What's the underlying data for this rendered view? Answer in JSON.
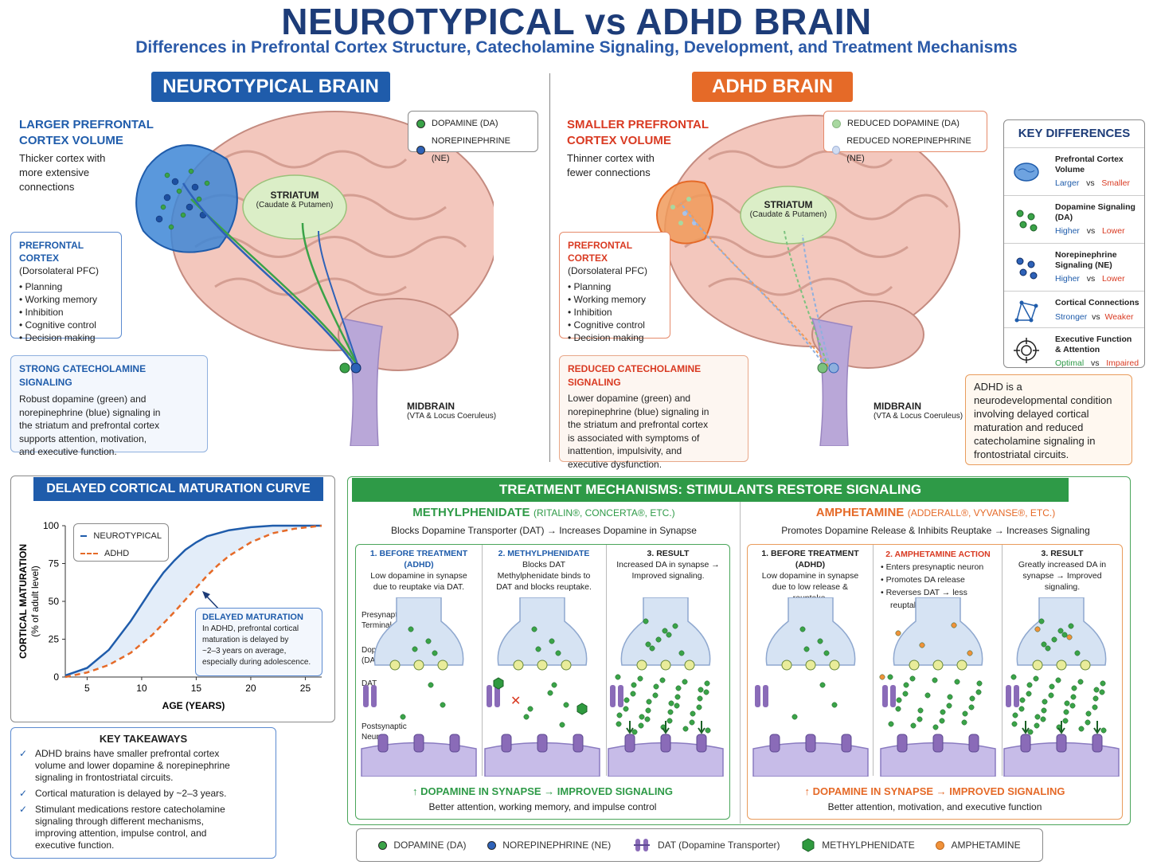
{
  "header": {
    "title": "NEUROTYPICAL vs ADHD BRAIN",
    "subtitle": "Differences in Prefrontal Cortex Structure, Catecholamine Signaling, Development, and Treatment Mechanisms"
  },
  "neurotypical": {
    "pill": "NEUROTYPICAL BRAIN",
    "volume_heading_1": "LARGER PREFRONTAL",
    "volume_heading_2": "CORTEX VOLUME",
    "volume_text_1": "Thicker cortex with",
    "volume_text_2": "more extensive",
    "volume_text_3": "connections",
    "pfc_heading": "PREFRONTAL CORTEX",
    "pfc_sub": "(Dorsolateral PFC)",
    "pfc_items": [
      "Planning",
      "Working memory",
      "Inhibition",
      "Cognitive control",
      "Decision making"
    ],
    "signal_heading": "STRONG CATECHOLAMINE SIGNALING",
    "signal_lines": [
      "Robust dopamine (green) and",
      "norepinephrine (blue) signaling in",
      "the striatum and prefrontal cortex",
      "supports attention, motivation,",
      "and executive function."
    ],
    "legend_da": "DOPAMINE (DA)",
    "legend_ne": "NOREPINEPHRINE (NE)",
    "striatum": "STRIATUM",
    "striatum_sub": "(Caudate & Putamen)",
    "midbrain": "MIDBRAIN",
    "midbrain_sub": "(VTA & Locus Coeruleus)"
  },
  "adhd": {
    "pill": "ADHD BRAIN",
    "volume_heading_1": "SMALLER PREFRONTAL",
    "volume_heading_2": "CORTEX VOLUME",
    "volume_text_1": "Thinner cortex with",
    "volume_text_2": "fewer connections",
    "pfc_heading": "PREFRONTAL CORTEX",
    "pfc_sub": "(Dorsolateral PFC)",
    "pfc_items": [
      "Planning",
      "Working memory",
      "Inhibition",
      "Cognitive control",
      "Decision making"
    ],
    "signal_heading": "REDUCED CATECHOLAMINE SIGNALING",
    "signal_lines": [
      "Lower dopamine (green) and",
      "norepinephrine (blue) signaling in",
      "the striatum and prefrontal cortex",
      "is associated with symptoms of",
      "inattention, impulsivity, and",
      "executive dysfunction."
    ],
    "legend_da": "REDUCED DOPAMINE (DA)",
    "legend_ne": "REDUCED NOREPINEPHRINE (NE)",
    "striatum": "STRIATUM",
    "striatum_sub": "(Caudate & Putamen)",
    "midbrain": "MIDBRAIN",
    "midbrain_sub": "(VTA & Locus Coeruleus)",
    "note_lines": [
      "ADHD is a",
      "neurodevelopmental condition",
      "involving delayed cortical",
      "maturation and reduced",
      "catecholamine signaling in",
      "frontostriatal circuits."
    ]
  },
  "key_differences": {
    "title": "KEY DIFFERENCES",
    "vs": "vs",
    "rows": [
      {
        "label_1": "Prefrontal Cortex",
        "label_2": "Volume",
        "left": "Larger",
        "right": "Smaller",
        "icon": "brain-icon"
      },
      {
        "label_1": "Dopamine Signaling",
        "label_2": "(DA)",
        "left": "Higher",
        "right": "Lower",
        "icon": "dopamine-dots-icon"
      },
      {
        "label_1": "Norepinephrine",
        "label_2": "Signaling (NE)",
        "left": "Higher",
        "right": "Lower",
        "icon": "norepinephrine-dots-icon"
      },
      {
        "label_1": "Cortical Connections",
        "label_2": "",
        "left": "Stronger",
        "right": "Weaker",
        "icon": "network-icon"
      },
      {
        "label_1": "Executive Function",
        "label_2": "& Attention",
        "left": "Optimal",
        "right": "Impaired",
        "icon": "target-icon"
      }
    ]
  },
  "maturation": {
    "bar": "DELAYED CORTICAL MATURATION CURVE",
    "legend_nt": "NEUROTYPICAL",
    "legend_adhd": "ADHD",
    "delayed_title": "DELAYED MATURATION",
    "delayed_lines": [
      "In ADHD, prefrontal cortical",
      "maturation is delayed by",
      "~2–3 years on average,",
      "especially during adolescence."
    ]
  },
  "chart_data": {
    "type": "line",
    "xlabel": "AGE (YEARS)",
    "ylabel": "CORTICAL MATURATION",
    "ylabel_sub": "(% of adult level)",
    "xlim": [
      3,
      26.5
    ],
    "ylim": [
      0,
      100
    ],
    "xticks": [
      5,
      10,
      15,
      20,
      25
    ],
    "yticks": [
      0,
      25,
      50,
      75,
      100
    ],
    "series": [
      {
        "name": "NEUROTYPICAL",
        "color": "#1f5cab",
        "dash": false,
        "x": [
          3,
          5,
          7,
          9,
          10,
          11,
          12,
          13,
          14,
          15,
          16,
          18,
          20,
          22,
          24,
          26.5
        ],
        "y": [
          1,
          6,
          18,
          37,
          48,
          59,
          69,
          77,
          84,
          89,
          93,
          97,
          99,
          100,
          100,
          100
        ]
      },
      {
        "name": "ADHD",
        "color": "#e56a28",
        "dash": true,
        "x": [
          3,
          5,
          7,
          9,
          11,
          13,
          14,
          15,
          16,
          17,
          18,
          20,
          22,
          24,
          26.5
        ],
        "y": [
          0,
          3,
          8,
          16,
          28,
          43,
          51,
          59,
          67,
          74,
          80,
          89,
          95,
          98,
          100
        ]
      }
    ]
  },
  "takeaways": {
    "title": "KEY TAKEAWAYS",
    "items": [
      [
        "ADHD brains have smaller prefrontal cortex",
        "volume and lower dopamine & norepinephrine",
        "signaling in frontostriatal circuits."
      ],
      [
        "Cortical maturation is delayed by ~2–3 years."
      ],
      [
        "Stimulant medications restore catecholamine",
        "signaling through different mechanisms,",
        "improving attention, impulse control, and",
        "executive function."
      ]
    ]
  },
  "treatment": {
    "bar": "TREATMENT MECHANISMS: STIMULANTS RESTORE SIGNALING",
    "mph": {
      "name": "METHYLPHENIDATE",
      "brands": "(RITALIN®, CONCERTA®, ETC.)",
      "desc": "Blocks Dopamine Transporter (DAT) → Increases Dopamine in Synapse",
      "step1_title": "1. BEFORE TREATMENT",
      "step1_sub": "(ADHD)",
      "step1_text_1": "Low dopamine in synapse",
      "step1_text_2": "due to reuptake via DAT.",
      "step2_title": "2. METHYLPHENIDATE",
      "step2_sub": "Blocks DAT",
      "step2_text_1": "Methylphenidate binds to",
      "step2_text_2": "DAT and blocks reuptake.",
      "step3_title": "3. RESULT",
      "step3_text_1": "Increased DA in synapse →",
      "step3_text_2": "Improved signaling.",
      "label_presyn_1": "Presynaptic",
      "label_presyn_2": "Terminal",
      "label_da_1": "Dopamine",
      "label_da_2": "(DA)",
      "label_dat": "DAT",
      "label_post_1": "Postsynaptic",
      "label_post_2": "Neuron",
      "footer_title": "DOPAMINE IN SYNAPSE → IMPROVED SIGNALING",
      "footer_text": "Better attention, working memory, and impulse control"
    },
    "amph": {
      "name": "AMPHETAMINE",
      "brands": "(ADDERALL®, VYVANSE®, ETC.)",
      "desc": "Promotes Dopamine Release & Inhibits Reuptake → Increases Signaling",
      "step1_title": "1. BEFORE TREATMENT",
      "step1_sub": "(ADHD)",
      "step1_text_1": "Low dopamine in synapse",
      "step1_text_2": "due to low release &",
      "step1_text_3": "reuptake.",
      "step2_title": "2. AMPHETAMINE ACTION",
      "step2_items": [
        "Enters presynaptic neuron",
        "Promotes DA release",
        "Reverses DAT → less",
        "reuptake"
      ],
      "step3_title": "3. RESULT",
      "step3_text_1": "Greatly increased DA in",
      "step3_text_2": "synapse → Improved",
      "step3_text_3": "signaling.",
      "footer_title": "DOPAMINE IN SYNAPSE → IMPROVED SIGNALING",
      "footer_text": "Better attention, motivation, and executive function"
    }
  },
  "bottom_legend": {
    "da": "DOPAMINE (DA)",
    "ne": "NOREPINEPHRINE (NE)",
    "dat": "DAT (Dopamine Transporter)",
    "mph": "METHYLPHENIDATE",
    "amph": "AMPHETAMINE"
  },
  "colors": {
    "dopamine": "#3aa348",
    "norepinephrine": "#2e62b8",
    "methylphenidate": "#2f9a3f",
    "amphetamine": "#f0923a",
    "dat": "#8a6bb8",
    "neurotypical": "#1f5cab",
    "adhd": "#e56a28"
  }
}
